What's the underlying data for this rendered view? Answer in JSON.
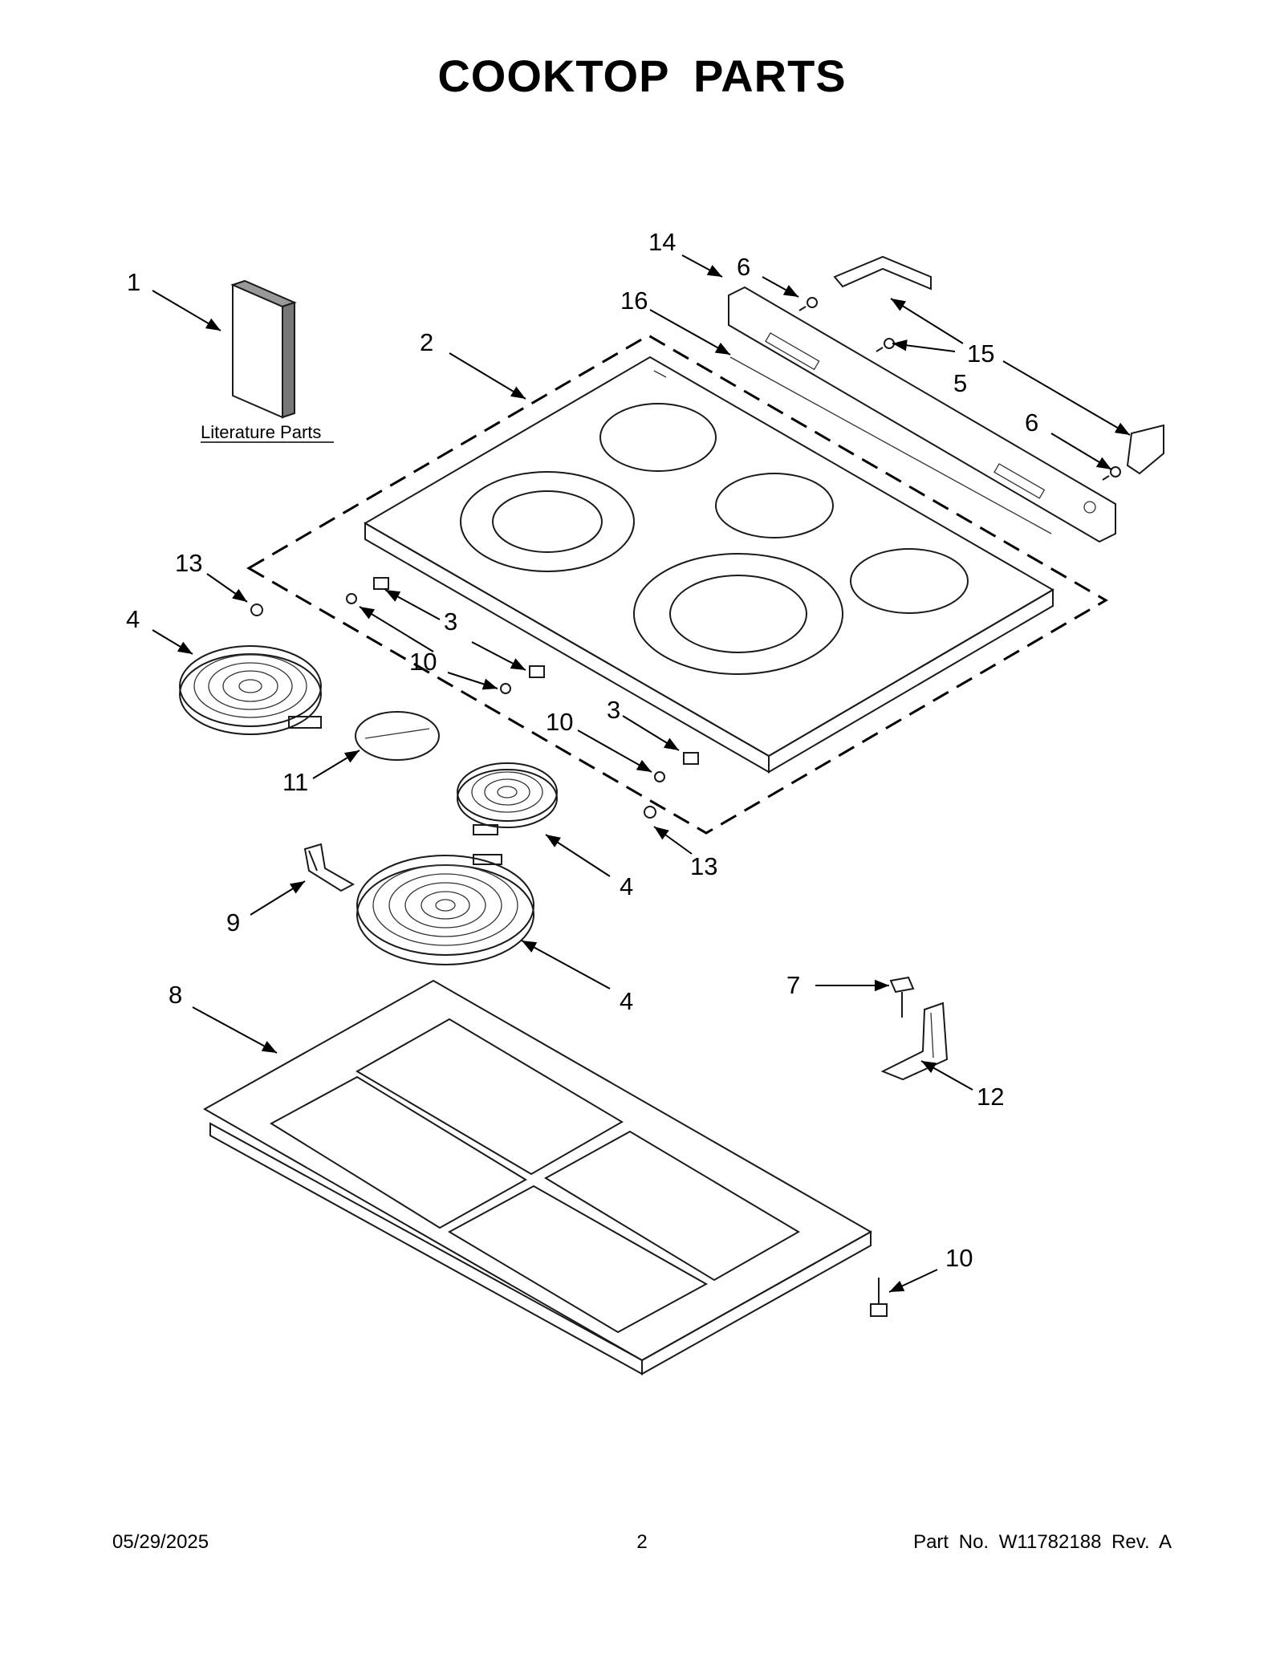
{
  "title": "COOKTOP PARTS",
  "literature_label": "Literature Parts",
  "callouts": {
    "c1": "1",
    "c2": "2",
    "c3a": "3",
    "c3b": "3",
    "c4a": "4",
    "c4b": "4",
    "c4c": "4",
    "c5": "5",
    "c6a": "6",
    "c6b": "6",
    "c7": "7",
    "c8": "8",
    "c9": "9",
    "c10a": "10",
    "c10b": "10",
    "c10c": "10",
    "c11": "11",
    "c12": "12",
    "c13a": "13",
    "c13b": "13",
    "c14": "14",
    "c15": "15",
    "c16": "16"
  },
  "footer": {
    "date": "05/29/2025",
    "page": "2",
    "part_no": "Part No.  W11782188  Rev.  A"
  }
}
